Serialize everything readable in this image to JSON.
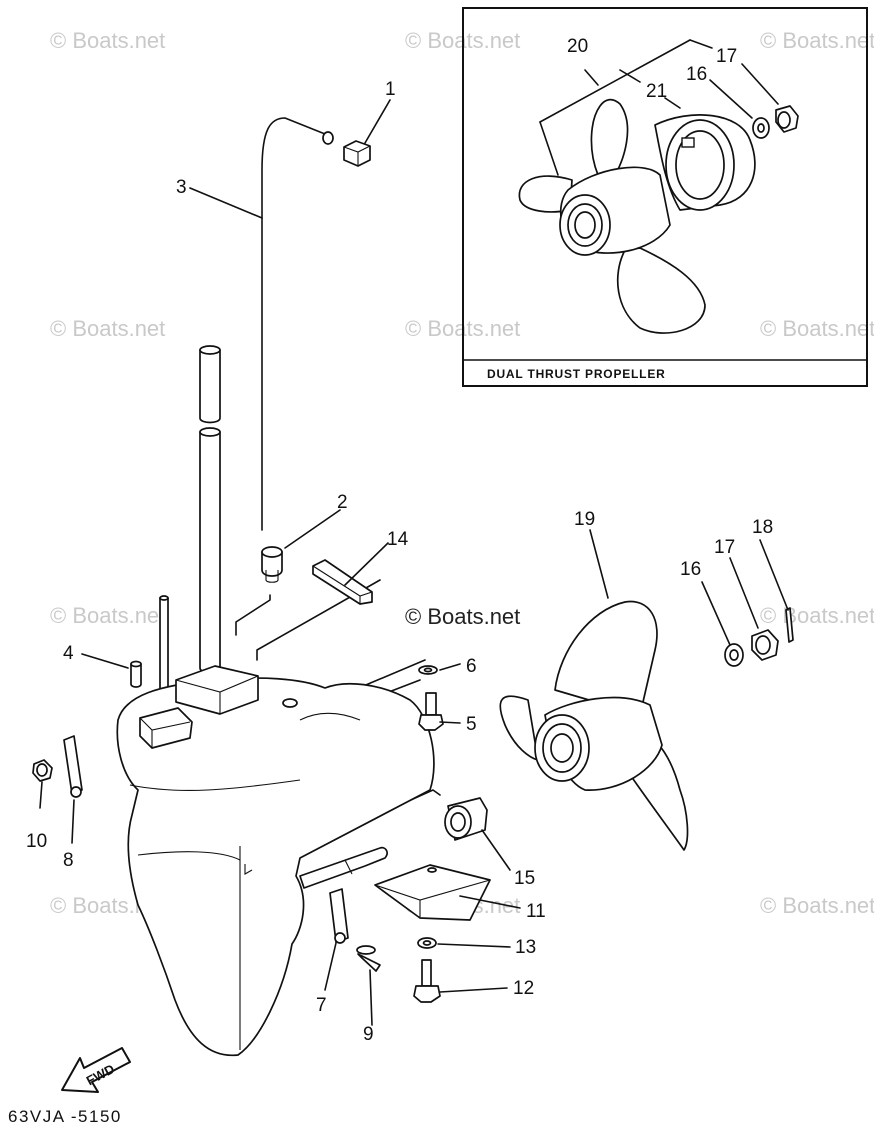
{
  "watermark": "© Boats.net",
  "center_watermark": "© Boats.net",
  "inset_caption": "DUAL THRUST PROPELLER",
  "fwd_label": "FWD",
  "diagram_code": "63VJA -5150",
  "callouts": {
    "c1": "1",
    "c2": "2",
    "c3": "3",
    "c4": "4",
    "c5": "5",
    "c6": "6",
    "c7": "7",
    "c8": "8",
    "c9": "9",
    "c10": "10",
    "c11": "11",
    "c12": "12",
    "c13": "13",
    "c14": "14",
    "c15": "15",
    "c16": "16",
    "c17": "17",
    "c18": "18",
    "c19": "19",
    "c16b": "16",
    "c17b": "17",
    "c20": "20",
    "c21": "21"
  }
}
